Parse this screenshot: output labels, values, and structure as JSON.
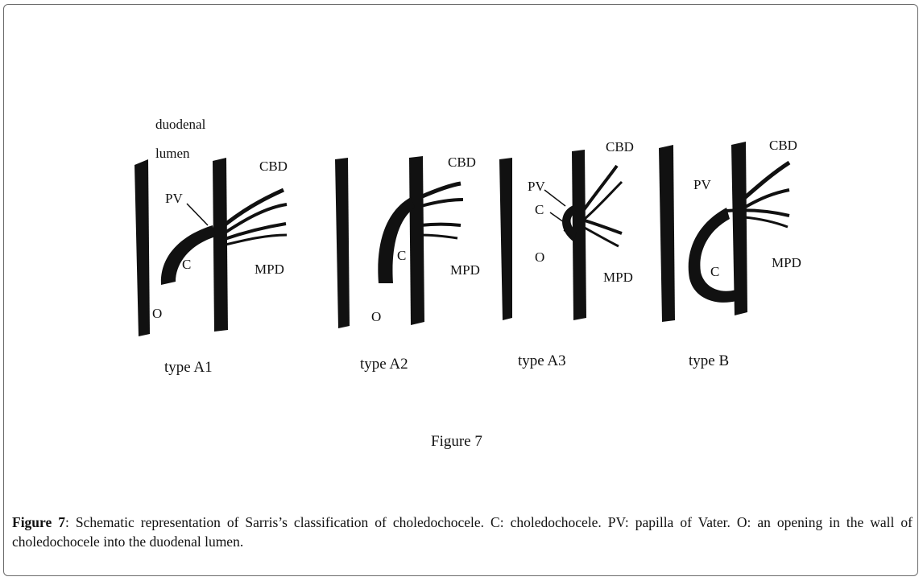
{
  "diagram": {
    "labels": {
      "duodenal": "duodenal",
      "lumen": "lumen",
      "cbd": "CBD",
      "mpd": "MPD",
      "pv": "PV",
      "c": "C",
      "o": "O"
    },
    "panels": [
      {
        "type_label": "type A1"
      },
      {
        "type_label": "type A2"
      },
      {
        "type_label": "type A3"
      },
      {
        "type_label": "type B"
      }
    ],
    "inner_title": "Figure 7"
  },
  "caption": {
    "prefix": "Figure 7",
    "text": ": Schematic representation of Sarris’s classification of choledochocele. C: choledochocele. PV: papilla of Vater. O: an opening in the wall of choledochocele into the duodenal lumen."
  },
  "colors": {
    "ink": "#111111",
    "border": "#6b6b6b"
  }
}
